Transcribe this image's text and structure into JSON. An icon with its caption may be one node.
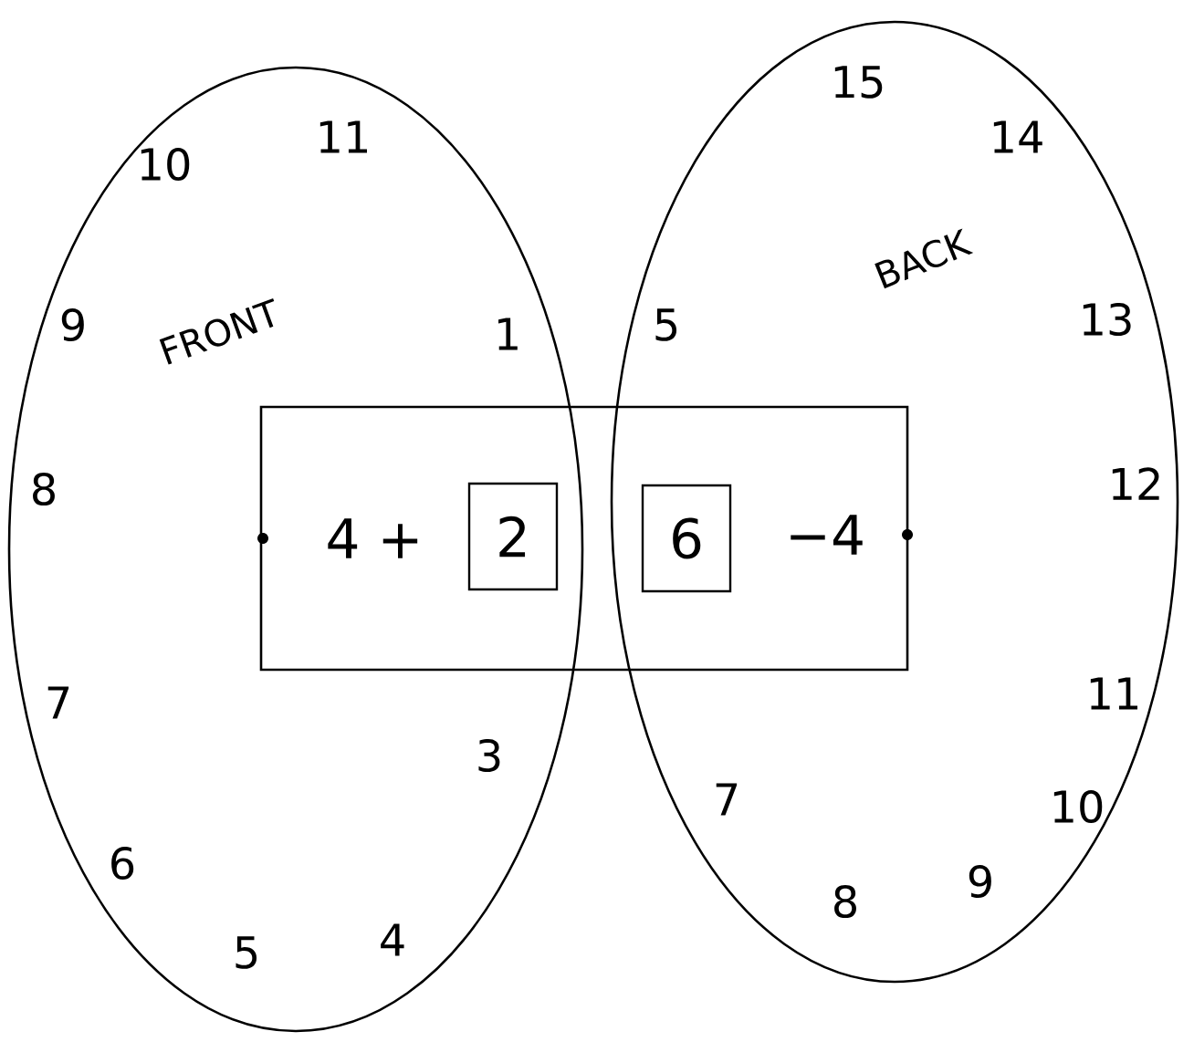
{
  "diagram": {
    "nodes": [
      {
        "text": [
          "FRONT"
        ]
      },
      {
        "text": [
          "BACK"
        ]
      },
      {
        "text": [
          "4 +",
          "−4"
        ]
      },
      {
        "text": [
          "2"
        ]
      },
      {
        "text": [
          "6"
        ]
      }
    ],
    "labels": [
      "15",
      "11",
      "10",
      "14",
      "9",
      "1",
      "5",
      "13",
      "8",
      "12",
      "7",
      "11",
      "3",
      "10",
      "6",
      "7",
      "9",
      "4",
      "8",
      "5"
    ]
  }
}
